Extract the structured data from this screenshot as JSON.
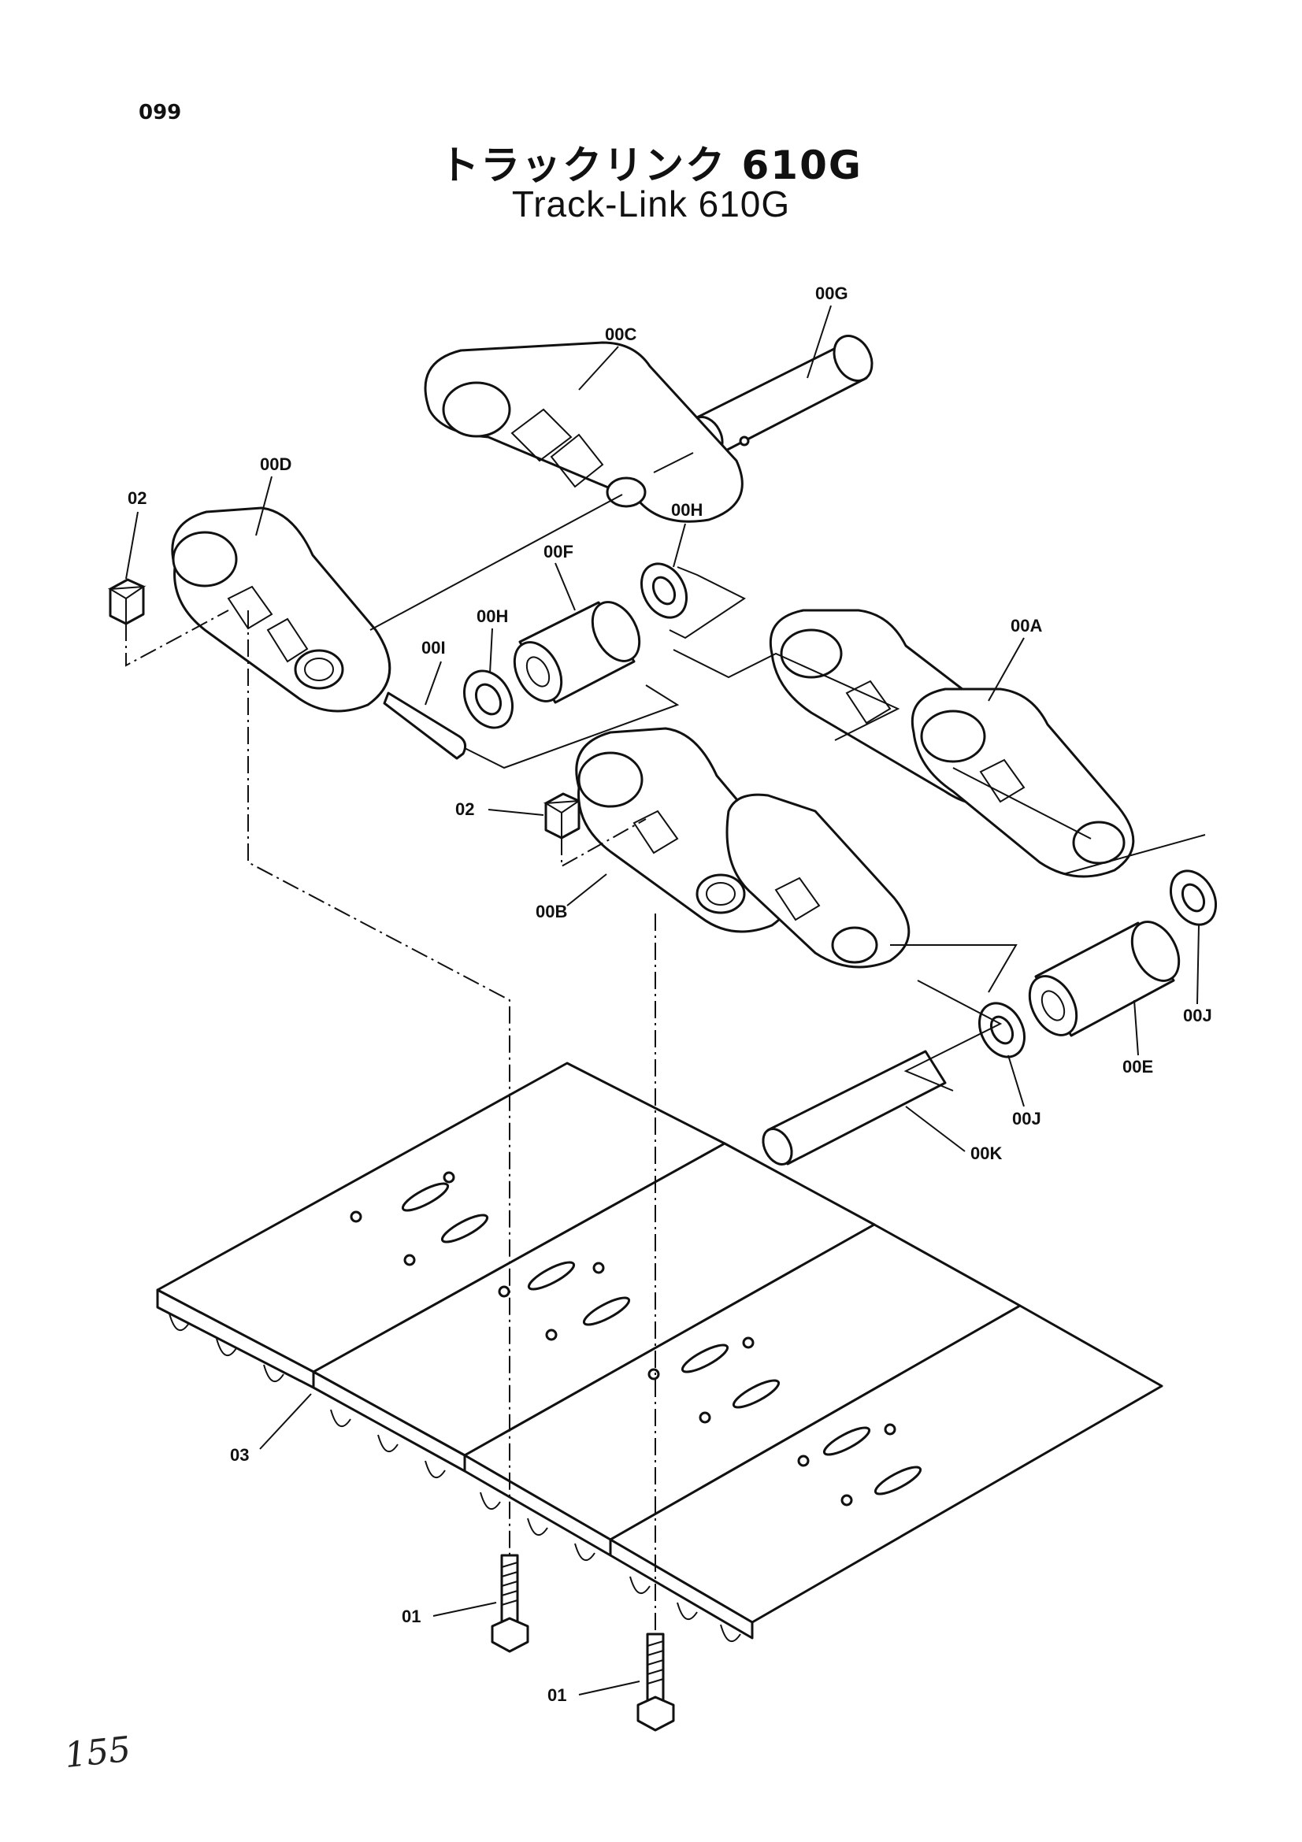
{
  "page_number": "099",
  "title_jp": "トラックリンク 610G",
  "title_en": "Track-Link 610G",
  "handwritten_note": "155",
  "callouts": {
    "c00g": "00G",
    "c00c": "00C",
    "c00d": "00D",
    "c02a": "02",
    "c00h_a": "00H",
    "c00f": "00F",
    "c00h_b": "00H",
    "c00i": "00I",
    "c00a": "00A",
    "c02b": "02",
    "c00b": "00B",
    "c00j_a": "00J",
    "c00e": "00E",
    "c00j_b": "00J",
    "c00k": "00K",
    "c03": "03",
    "c01a": "01",
    "c01b": "01"
  }
}
